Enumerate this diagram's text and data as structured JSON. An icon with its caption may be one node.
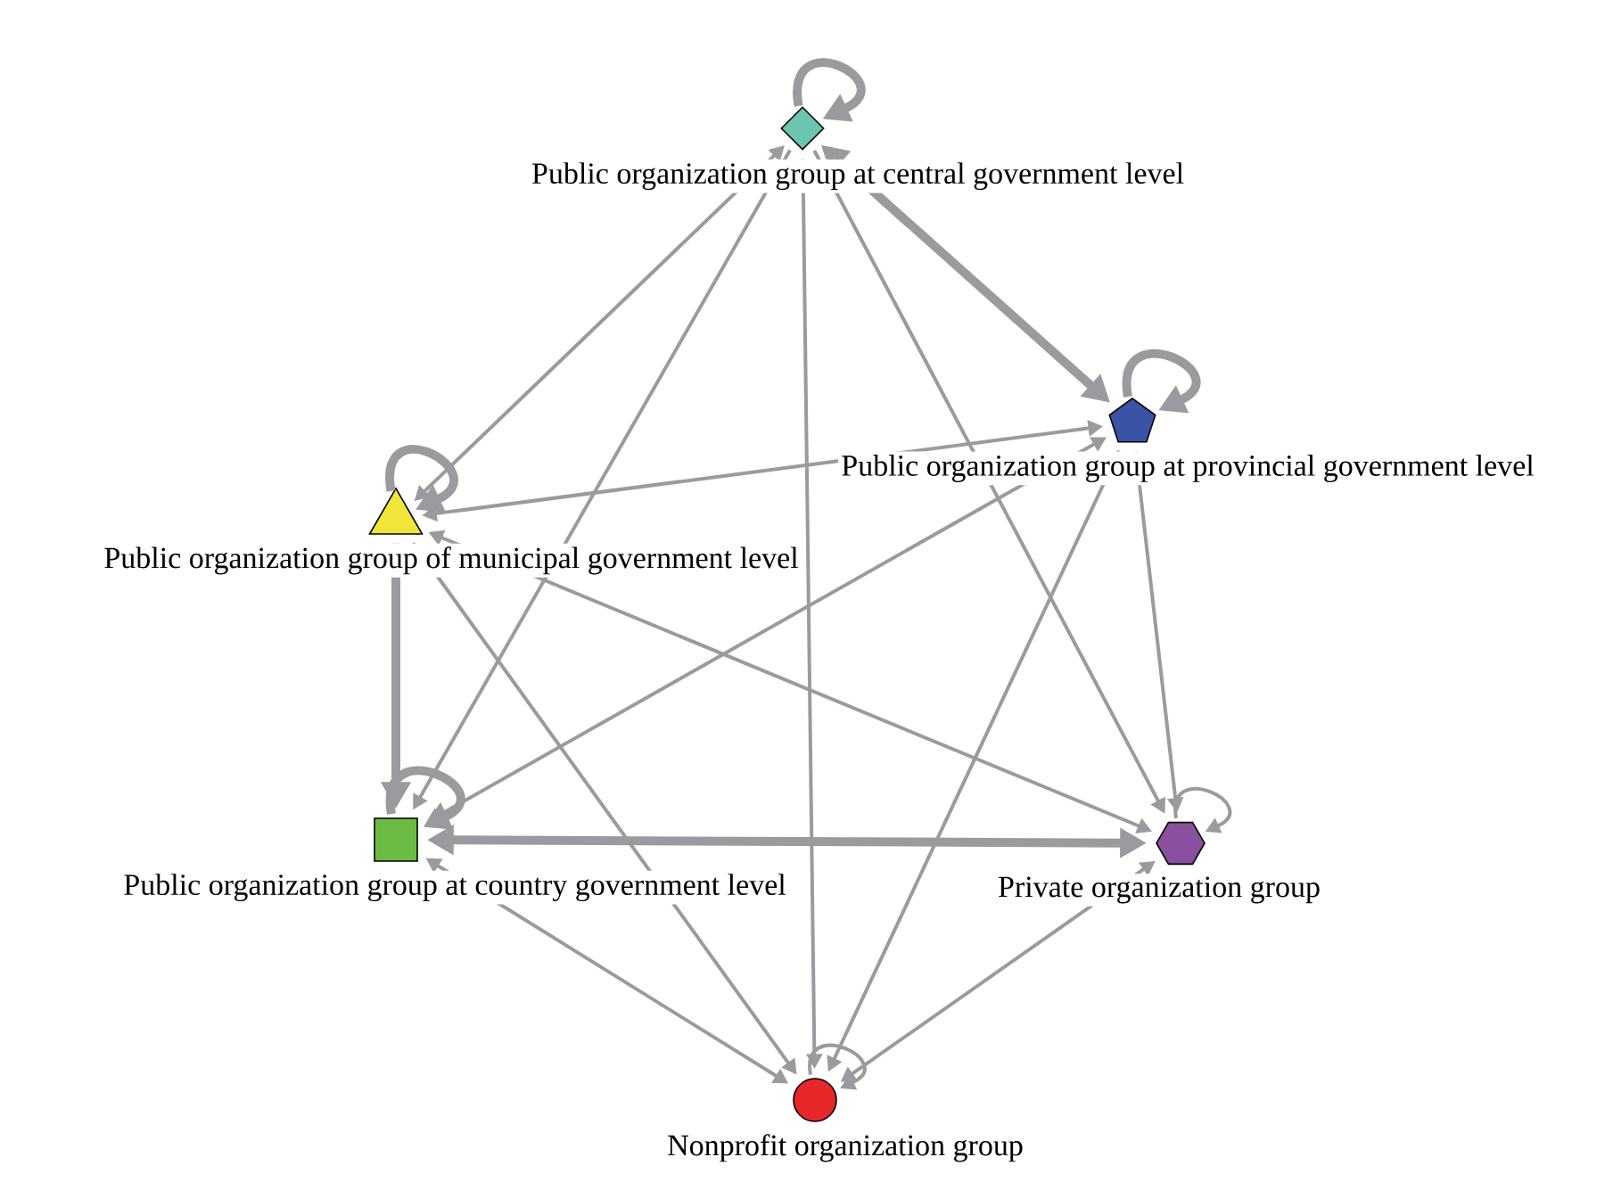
{
  "diagram": {
    "nodes": [
      {
        "text": [
          "Public organization group at central government level"
        ]
      },
      {
        "text": [
          "Public organization group at provincial government level"
        ]
      },
      {
        "text": [
          "Public organization group of municipal government level"
        ]
      },
      {
        "text": [
          "Public organization group at country government level"
        ]
      },
      {
        "text": [
          "Private organization group"
        ]
      },
      {
        "text": [
          "Nonprofit organization group"
        ]
      }
    ],
    "edges": [
      {
        "from": 0,
        "to": 0,
        "arrow": "to",
        "style": "thick"
      },
      {
        "from": 1,
        "to": 1,
        "arrow": "to",
        "style": "thick"
      },
      {
        "from": 2,
        "to": 2,
        "arrow": "to",
        "style": "thick"
      },
      {
        "from": 3,
        "to": 3,
        "arrow": "to",
        "style": "thick"
      },
      {
        "from": 4,
        "to": 4,
        "arrow": "to"
      },
      {
        "from": 5,
        "to": 5,
        "arrow": "to"
      },
      {
        "from": 0,
        "to": 1,
        "arrow": "both",
        "style": "thick"
      },
      {
        "from": 0,
        "to": 2,
        "arrow": "both"
      },
      {
        "from": 0,
        "to": 3,
        "arrow": "to"
      },
      {
        "from": 0,
        "to": 5,
        "arrow": "to"
      },
      {
        "from": 0,
        "to": 4,
        "arrow": "to"
      },
      {
        "from": 2,
        "to": 1,
        "arrow": "both"
      },
      {
        "from": 3,
        "to": 1,
        "arrow": "both"
      },
      {
        "from": 1,
        "to": 4,
        "arrow": "to"
      },
      {
        "from": 1,
        "to": 5,
        "arrow": "to"
      },
      {
        "from": 2,
        "to": 3,
        "arrow": "to",
        "style": "thick"
      },
      {
        "from": 2,
        "to": 4,
        "arrow": "both"
      },
      {
        "from": 2,
        "to": 5,
        "arrow": "both"
      },
      {
        "from": 3,
        "to": 4,
        "arrow": "both",
        "style": "thick"
      },
      {
        "from": 3,
        "to": 5,
        "arrow": "both"
      },
      {
        "from": 4,
        "to": 5,
        "arrow": "both"
      }
    ]
  }
}
